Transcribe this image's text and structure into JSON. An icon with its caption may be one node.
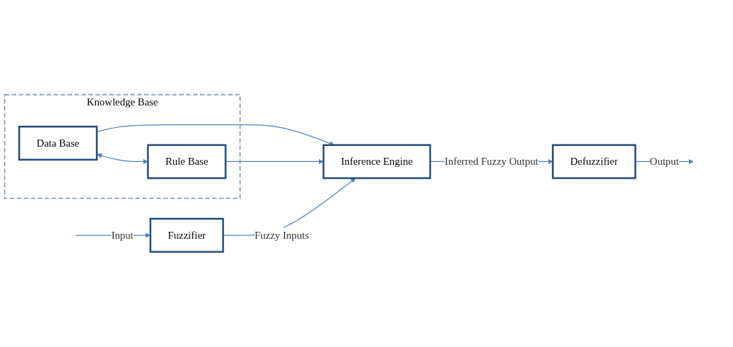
{
  "diagram": {
    "nodes": [
      {
        "text": [
          "Knowledge Base"
        ]
      },
      {
        "text": [
          "Data Base"
        ],
        "in": 0
      },
      {
        "text": [
          "Rule Base"
        ],
        "in": 0
      },
      {
        "text": [
          "Fuzzifier"
        ]
      },
      {
        "text": [
          "Defuzzifier"
        ]
      },
      {
        "text": [
          "Inference Engine"
        ]
      }
    ],
    "edges": [
      {
        "from": 1,
        "to": 2,
        "arrow": "both"
      },
      {
        "from": 1,
        "to": 5,
        "arrow": "to"
      },
      {
        "from": 2,
        "to": 5,
        "arrow": "to"
      },
      {
        "from": null,
        "to": 3,
        "arrow": "to",
        "label": "Input"
      },
      {
        "from": 3,
        "to": 5,
        "arrow": "to",
        "label": "Fuzzy Inputs"
      },
      {
        "from": 5,
        "to": 4,
        "arrow": "to",
        "label": "Inferred Fuzzy Output"
      },
      {
        "from": 4,
        "to": null,
        "arrow": "to",
        "label": "Output"
      }
    ]
  }
}
